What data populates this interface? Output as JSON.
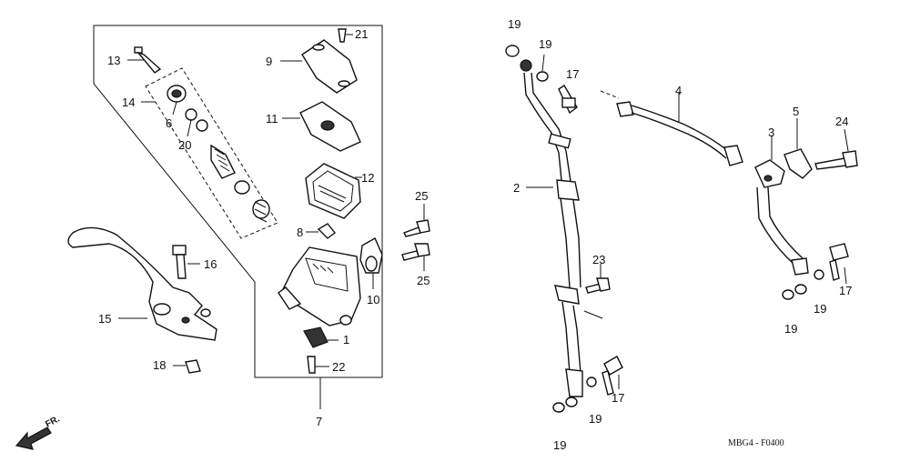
{
  "diagram": {
    "callouts": [
      {
        "id": "label-1",
        "text": "1"
      },
      {
        "id": "label-2",
        "text": "2"
      },
      {
        "id": "label-3",
        "text": "3"
      },
      {
        "id": "label-4",
        "text": "4"
      },
      {
        "id": "label-5",
        "text": "5"
      },
      {
        "id": "label-6",
        "text": "6"
      },
      {
        "id": "label-7",
        "text": "7"
      },
      {
        "id": "label-8",
        "text": "8"
      },
      {
        "id": "label-9",
        "text": "9"
      },
      {
        "id": "label-10",
        "text": "10"
      },
      {
        "id": "label-11",
        "text": "11"
      },
      {
        "id": "label-12",
        "text": "12"
      },
      {
        "id": "label-13",
        "text": "13"
      },
      {
        "id": "label-14",
        "text": "14"
      },
      {
        "id": "label-15",
        "text": "15"
      },
      {
        "id": "label-16",
        "text": "16"
      },
      {
        "id": "label-17",
        "text": "17"
      },
      {
        "id": "label-18",
        "text": "18"
      },
      {
        "id": "label-19",
        "text": "19"
      },
      {
        "id": "label-20",
        "text": "20"
      },
      {
        "id": "label-21",
        "text": "21"
      },
      {
        "id": "label-22",
        "text": "22"
      },
      {
        "id": "label-23",
        "text": "23"
      },
      {
        "id": "label-24",
        "text": "24"
      },
      {
        "id": "label-25",
        "text": "25"
      }
    ],
    "front_arrow": "FR.",
    "diagram_code": "MBG4 - F0400"
  }
}
